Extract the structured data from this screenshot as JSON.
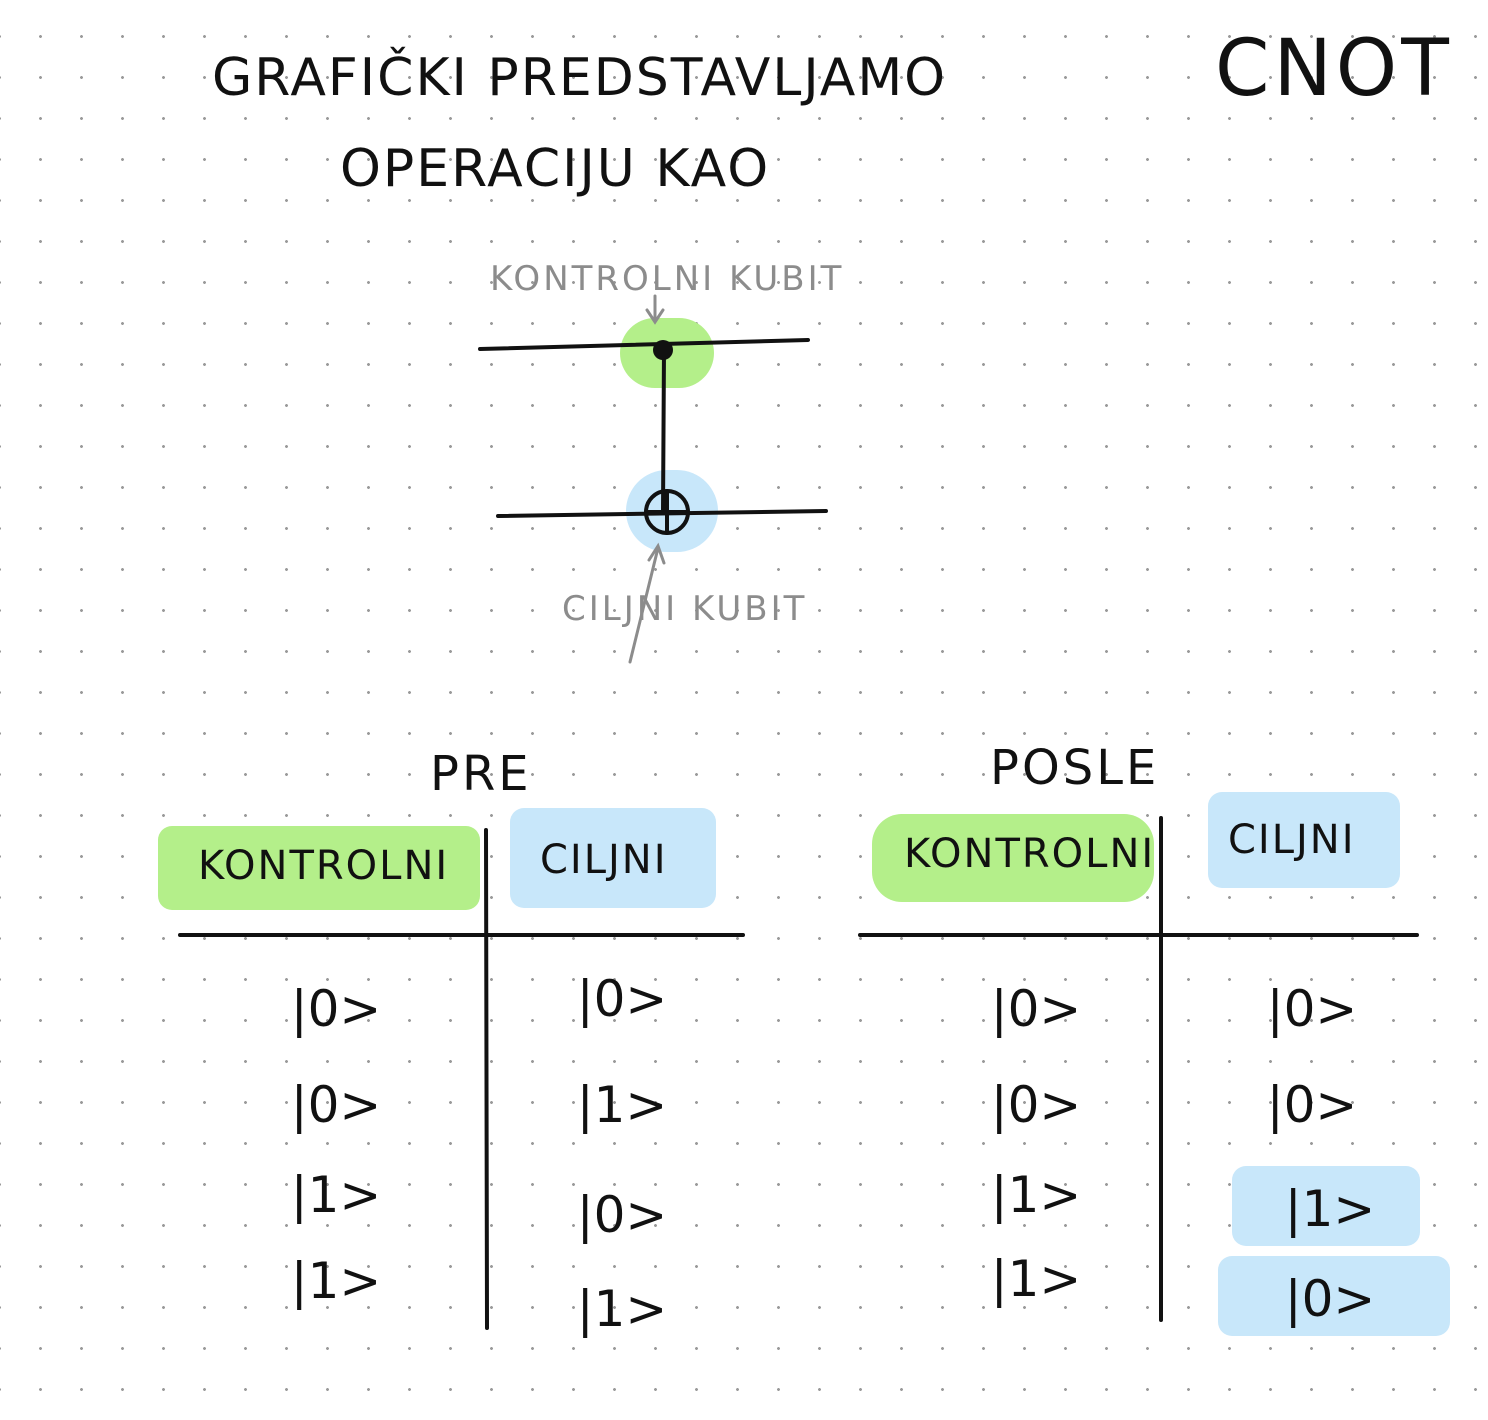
{
  "title": {
    "line1": "GRAFIČKI PREDSTAVLJAMO",
    "gate": "CNOT",
    "line2": "OPERACIJU KAO"
  },
  "circuit": {
    "control_label": "KONTROLNI KUBIT",
    "target_label": "CILJNI KUBIT",
    "control_highlight": "#b4ef8a",
    "target_highlight": "#c8e7fa"
  },
  "before": {
    "title": "PRE",
    "headers": [
      "KONTROLNI",
      "CILJNI"
    ],
    "rows": [
      [
        "|0>",
        "|0>"
      ],
      [
        "|0>",
        "|1>"
      ],
      [
        "|1>",
        "|0>"
      ],
      [
        "|1>",
        "|1>"
      ]
    ]
  },
  "after": {
    "title": "POSLE",
    "headers": [
      "KONTROLNI",
      "CILJNI"
    ],
    "rows": [
      [
        "|0>",
        "|0>"
      ],
      [
        "|0>",
        "|0>"
      ],
      [
        "|1>",
        "|1>"
      ],
      [
        "|1>",
        "|0>"
      ]
    ],
    "changed_rows": [
      3,
      4
    ]
  }
}
